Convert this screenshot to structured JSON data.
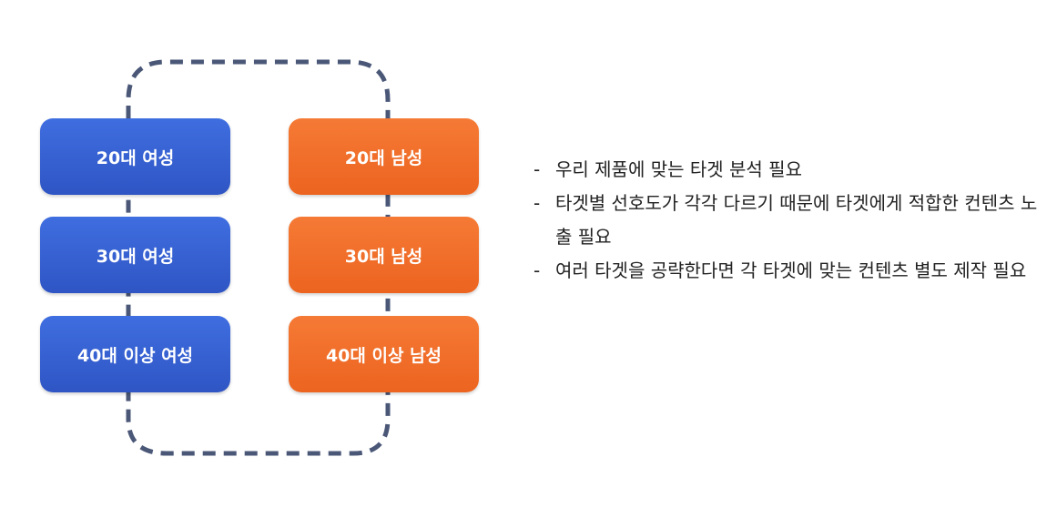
{
  "diagram": {
    "female_boxes": [
      "20대 여성",
      "30대 여성",
      "40대 이상 여성"
    ],
    "male_boxes": [
      "20대 남성",
      "30대 남성",
      "40대 이상 남성"
    ],
    "colors": {
      "female": "#3461d1",
      "male": "#f06d2a",
      "loop_stroke": "#4a5777"
    }
  },
  "notes": {
    "bullet": "-",
    "items": [
      "우리 제품에 맞는 타겟 분석 필요",
      "타겟별 선호도가 각각 다르기 때문에 타겟에게 적합한 컨텐츠 노출 필요",
      "여러 타겟을 공략한다면 각 타겟에 맞는 컨텐츠 별도 제작 필요"
    ]
  }
}
